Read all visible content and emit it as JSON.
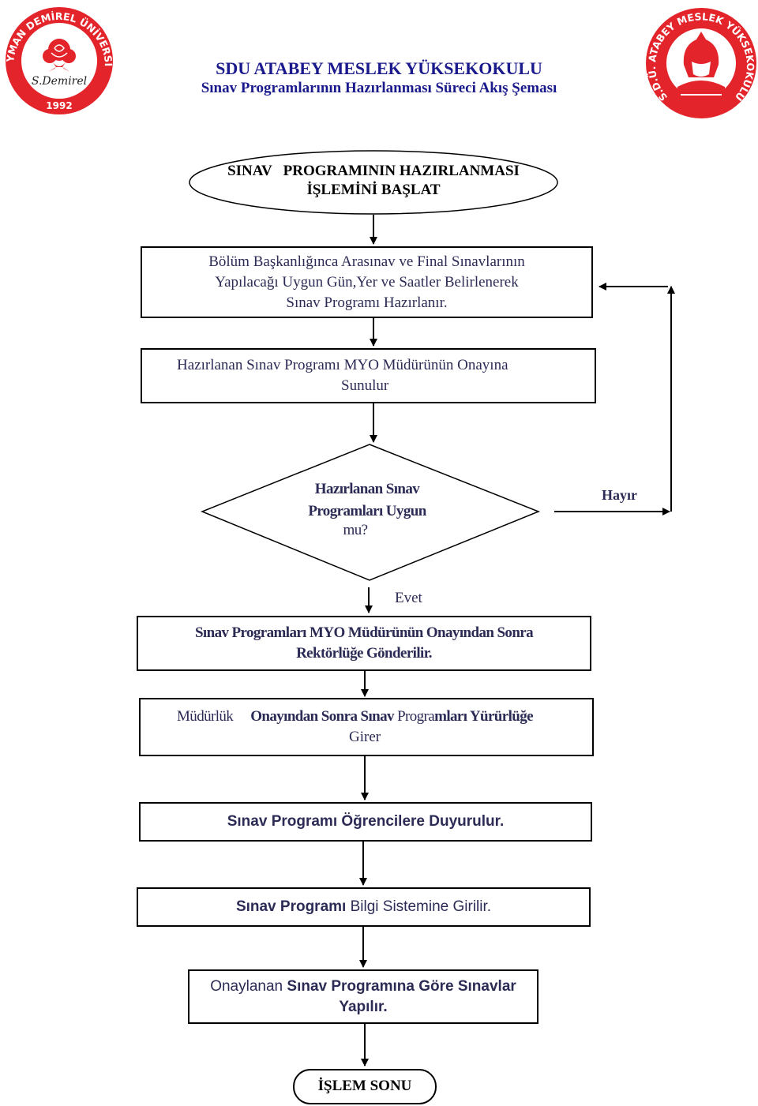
{
  "header": {
    "title": "SDU ATABEY MESLEK YÜKSEKOKULU",
    "subtitle": "Sınav Programlarının Hazırlanması Süreci Akış Şeması"
  },
  "logos": {
    "left": {
      "ring_text": "SÜLEYMAN DEMİREL ÜNİVERSİTESİ",
      "signature": "S.Demirel",
      "year": "1992",
      "color": "#e3242b"
    },
    "right": {
      "ring_text": "S.D.Ü. ATABEY MESLEK YÜKSEKOKULU",
      "color": "#e3242b"
    }
  },
  "flow": {
    "start": {
      "line1": "SINAV   PROGRAMININ HAZIRLANMASI",
      "line2": "İŞLEMİNİ BAŞLAT"
    },
    "step1": {
      "line1": "Bölüm Başkanlığınca Arasınav ve Final Sınavlarının",
      "line2": "Yapılacağı Uygun Gün,Yer ve Saatler Belirlenerek",
      "line3": "Sınav Programı Hazırlanır."
    },
    "step2": {
      "line1": "Hazırlanan Sınav Programı MYO Müdürünün Onayına",
      "line2": "Sunulur"
    },
    "decision": {
      "line1": "Hazırlanan Sınav",
      "line2": "Programları Uygun",
      "line3": "mu?"
    },
    "no_label": "Hayır",
    "yes_label": "Evet",
    "step3": {
      "line1": "Sınav Programları MYO Müdürünün Onayından Sonra",
      "line2": "Rektörlüğe Gönderilir."
    },
    "step4": {
      "part1": "Müdürlük",
      "part2": "Onayından Sonra Sınav ",
      "part3": "Progra",
      "part4": "mları Yürürlüğe",
      "line2": "Girer"
    },
    "step5": {
      "line1": "Sınav Programı Öğrencilere Duyurulur."
    },
    "step6": {
      "part1": "Sınav Programı",
      "part2": " Bilgi Sistemine Girilir."
    },
    "step7": {
      "part1": "Onaylanan ",
      "part2": "Sınav Programına Göre Sınavlar",
      "line2": "Yapılır."
    },
    "end": {
      "label": "İŞLEM SONU"
    }
  }
}
